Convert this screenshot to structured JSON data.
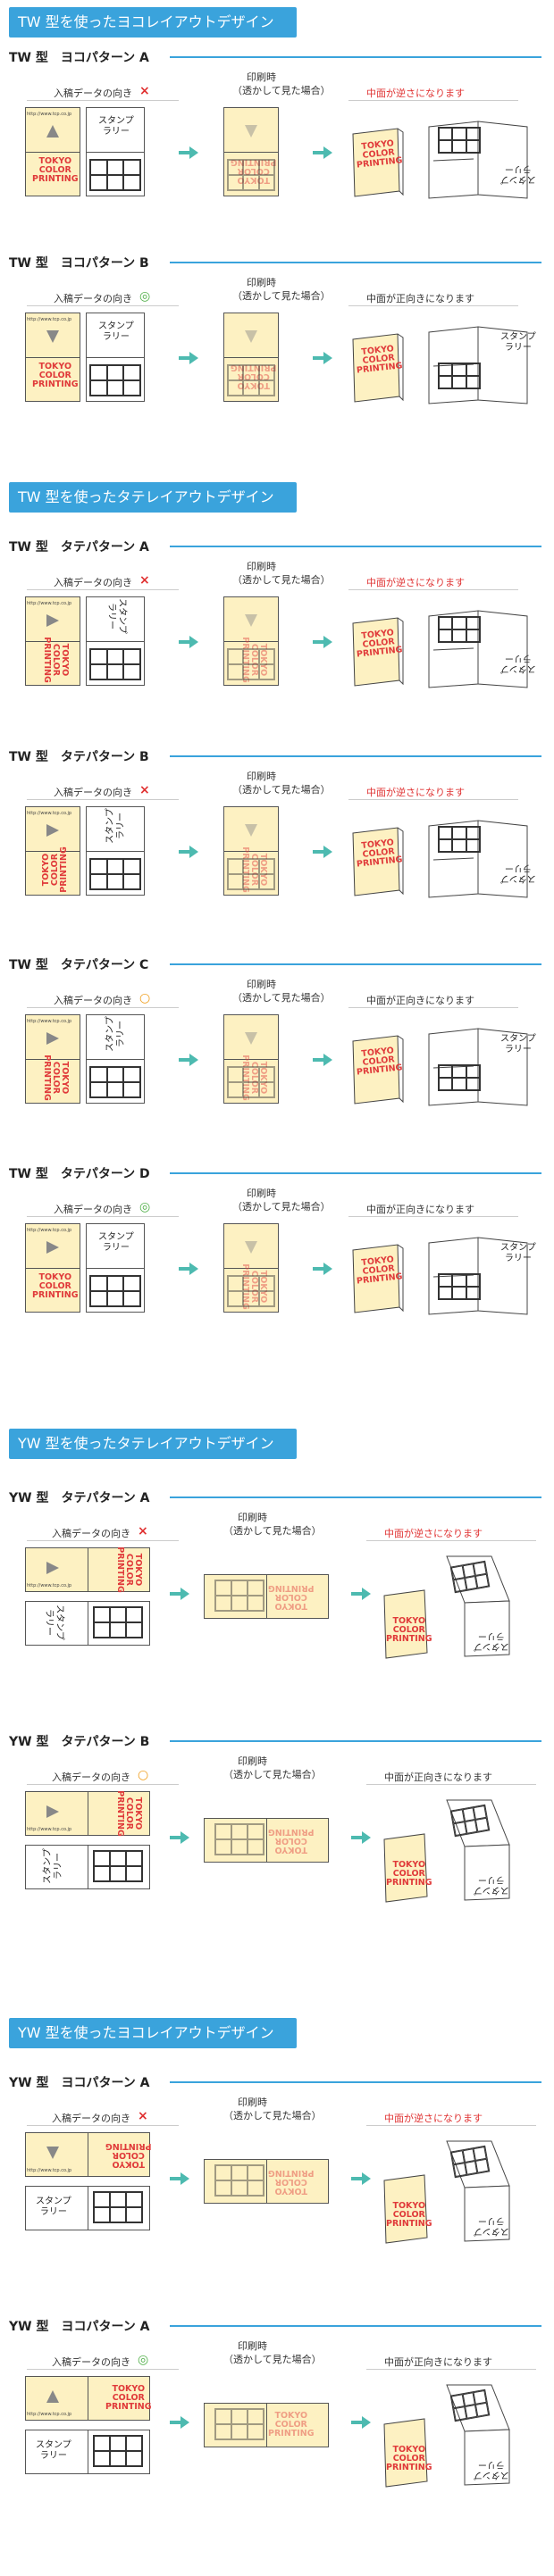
{
  "sections": [
    "TW 型を使ったヨコレイアウトデザイン",
    "TW 型を使ったタテレイアウトデザイン",
    "YW 型を使ったタテレイアウトデザイン",
    "YW 型を使ったヨコレイアウトデザイン"
  ],
  "common": {
    "input_label": "入稿データの向き",
    "print_label_1": "印刷時",
    "print_label_2": "（透かして見た場合）",
    "result_bad": "中面が逆さになります",
    "result_good": "中面が正向きになります",
    "logo_1": "TOKYO",
    "logo_2": "COLOR",
    "logo_3": "PRINTING",
    "stamp_1": "スタンプ",
    "stamp_2": "ラリー",
    "url": "http://www.tcp.co.jp"
  },
  "patterns": [
    {
      "title": "TW 型　ヨコパターン A",
      "mark": "×",
      "good": false
    },
    {
      "title": "TW 型　ヨコパターン B",
      "mark": "◎",
      "good": true
    },
    {
      "title": "TW 型　タテパターン A",
      "mark": "×",
      "good": false
    },
    {
      "title": "TW 型　タテパターン B",
      "mark": "×",
      "good": false
    },
    {
      "title": "TW 型　タテパターン C",
      "mark": "○",
      "good": true
    },
    {
      "title": "TW 型　タテパターン D",
      "mark": "◎",
      "good": true
    },
    {
      "title": "YW 型　タテパターン A",
      "mark": "×",
      "good": false
    },
    {
      "title": "YW 型　タテパターン B",
      "mark": "○",
      "good": true
    },
    {
      "title": "YW 型　ヨコパターン A",
      "mark": "×",
      "good": false
    },
    {
      "title": "YW 型　ヨコパターン A",
      "mark": "◎",
      "good": true
    }
  ],
  "colors": {
    "accent": "#3aa3dc",
    "card": "#fdf1c2",
    "logo": "#e03a3a",
    "arrow": "#4dbab0",
    "bad": "#e03030",
    "ok": "#f0a020",
    "best": "#52b04a"
  }
}
